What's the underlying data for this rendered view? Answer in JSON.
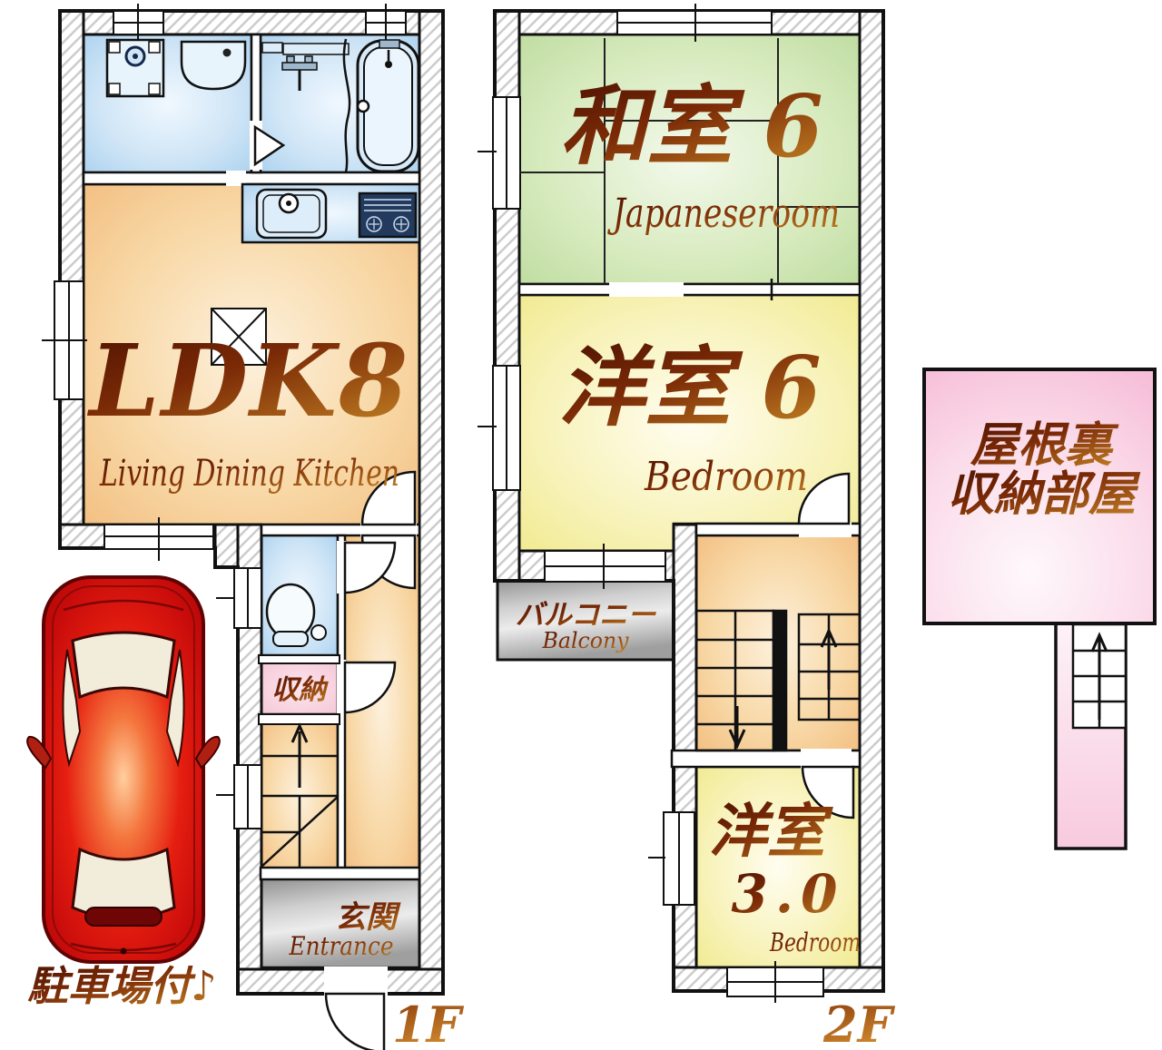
{
  "floor1": {
    "label": "1F",
    "parking_label": "駐車場付♪",
    "rooms": {
      "ldk": {
        "name": "LDK8",
        "subtitle": "Living Dining Kitchen"
      },
      "storage": "収納",
      "entrance": {
        "name": "玄関",
        "subtitle": "Entrance"
      }
    }
  },
  "floor2": {
    "label": "2F",
    "rooms": {
      "japanese_room": {
        "name": "和室 6",
        "subtitle": "Japaneseroom"
      },
      "bedroom6": {
        "name": "洋室 6",
        "subtitle": "Bedroom"
      },
      "balcony": {
        "name": "バルコニー",
        "subtitle": "Balcony"
      },
      "bedroom3": {
        "name": "洋室",
        "size": "3.0",
        "subtitle": "Bedroom"
      }
    }
  },
  "attic": {
    "line1": "屋根裏",
    "line2": "収納部屋"
  },
  "colors": {
    "wall_line": "#111111",
    "hatch": "#cccccc",
    "text_brown_dark": "#4c1202",
    "text_brown_light": "#bf7d22",
    "floor_label_dark": "#8a3a0a",
    "floor_label_light": "#d08a2e",
    "room_orange": "#f2bc7e",
    "room_yellow": "#f0e98c",
    "room_green": "#bcdb9d",
    "room_blue": "#a9d0ee",
    "room_pink": "#f5c3d3",
    "attic_pink": "#f6bcd8",
    "entrance_gray": "#9b9b9b",
    "car_red": "#d01010"
  }
}
